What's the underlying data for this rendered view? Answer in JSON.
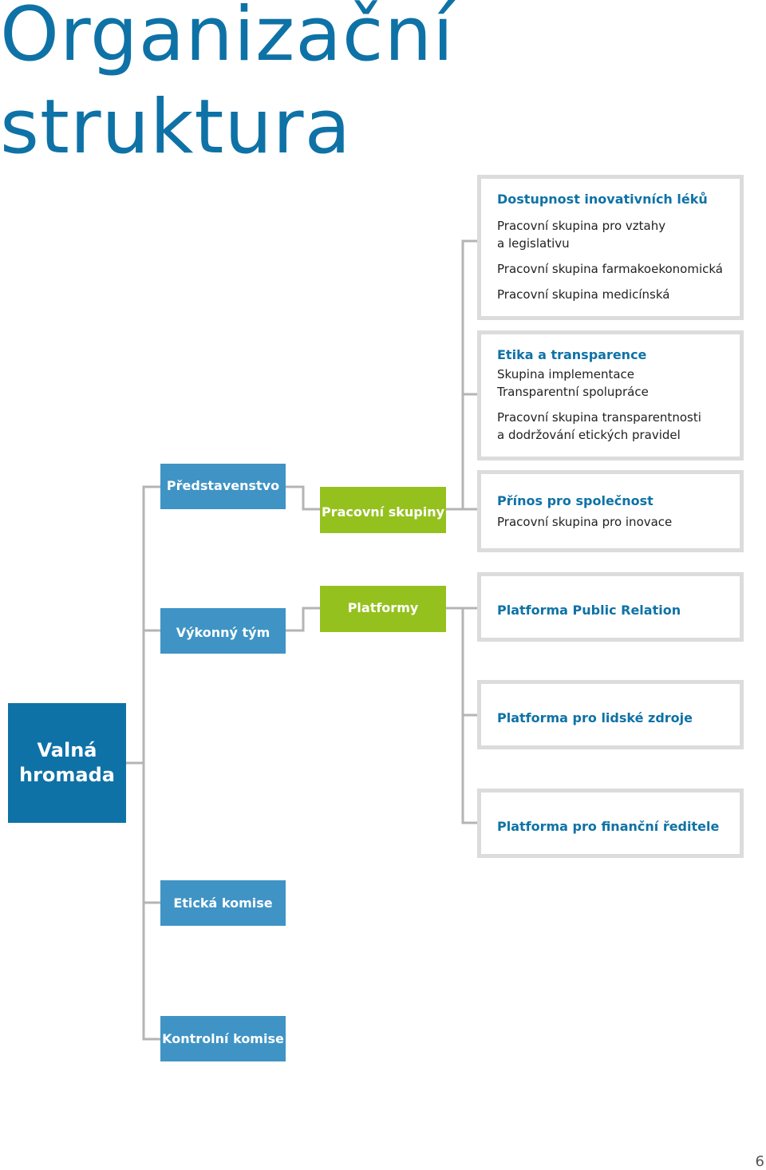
{
  "title": {
    "line1": "Organizační",
    "line2": "struktura"
  },
  "root": {
    "line1": "Valná",
    "line2": "hromada"
  },
  "bodies": {
    "board": "Představenstvo",
    "executive": "Výkonný tým",
    "ethics": "Etická komise",
    "audit": "Kontrolní komise"
  },
  "groups": {
    "working_groups": "Pracovní skupiny",
    "platforms": "Platformy"
  },
  "panels": {
    "access": {
      "heading": "Dostupnost inovativních léků",
      "items": [
        "Pracovní skupina pro vztahy",
        "a legislativu",
        "Pracovní skupina farmakoekonomická",
        "Pracovní skupina medicínská"
      ]
    },
    "ethics": {
      "heading": "Etika a transparence",
      "items": [
        "Skupina implementace",
        "Transparentní spolupráce",
        "Pracovní skupina transparentnosti",
        "a dodržování etických pravidel"
      ]
    },
    "society": {
      "heading": "Přínos pro společnost",
      "items": [
        "Pracovní skupina pro inovace"
      ]
    },
    "pr": {
      "heading": "Platforma Public Relation"
    },
    "hr": {
      "heading": "Platforma pro lidské zdroje"
    },
    "cfo": {
      "heading": "Platforma pro finanční ředitele"
    }
  },
  "page_number": "6",
  "colors": {
    "dark_blue": "#0e72a6",
    "mid_blue": "#3f94c5",
    "green": "#95c11f",
    "panel_border": "#dcdcdc",
    "connector": "#b4b4b4"
  }
}
